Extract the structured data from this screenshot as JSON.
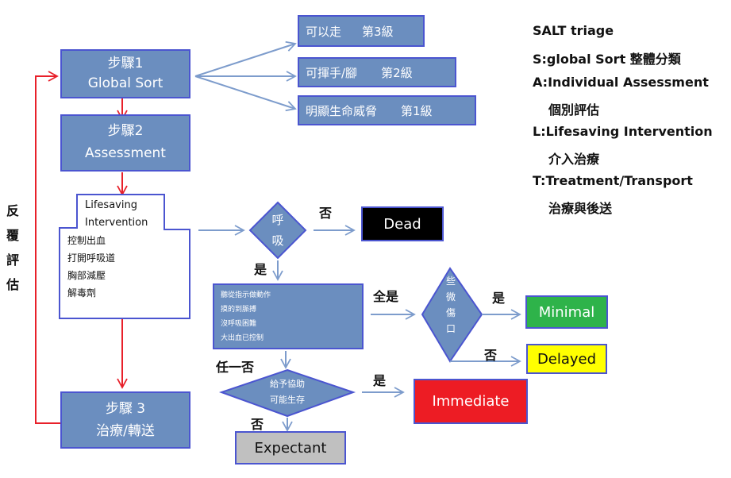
{
  "steps": {
    "step1": {
      "line1": "步驟1",
      "line2": "Global Sort"
    },
    "step2": {
      "line1": "步驟2",
      "line2": "Assessment"
    },
    "step3": {
      "line1": "步驟 3",
      "line2": "治療/轉送"
    }
  },
  "sort_levels": [
    {
      "label": "可以走",
      "level": "第3級"
    },
    {
      "label": "可揮手/腳",
      "level": "第2級"
    },
    {
      "label": "明顯生命威脅",
      "level": "第1級"
    }
  ],
  "lifesaving": {
    "title_line1": "Lifesaving",
    "title_line2": "Intervention",
    "items": [
      "控制出血",
      "打開呼吸道",
      "胸部減壓",
      "解毒劑"
    ]
  },
  "reassess_label": [
    "反",
    "覆",
    "評",
    "估"
  ],
  "breathing_decision": {
    "line1": "呼",
    "line2": "吸",
    "no_label": "否",
    "yes_label": "是"
  },
  "assessment_criteria": [
    "聽從指示做動作",
    "摸的到脈搏",
    "沒呼吸困難",
    "大出血已控制"
  ],
  "all_yes_label": "全是",
  "any_no_label": "任一否",
  "minor_injury_decision": {
    "chars": [
      "些",
      "微",
      "傷",
      "口"
    ],
    "yes_label": "是",
    "no_label": "否"
  },
  "survival_decision": {
    "line1": "給予協助",
    "line2": "可能生存",
    "yes_label": "是",
    "no_label": "否"
  },
  "outcomes": {
    "dead": {
      "label": "Dead",
      "color": "#000000"
    },
    "minimal": {
      "label": "Minimal",
      "color": "#2eb34a"
    },
    "delayed": {
      "label": "Delayed",
      "color": "#ffff00"
    },
    "immediate": {
      "label": "Immediate",
      "color": "#ed1c24"
    },
    "expectant": {
      "label": "Expectant",
      "color": "#c0c0c0"
    }
  },
  "legend": {
    "title": "SALT triage",
    "lines": [
      "S:global Sort 整體分類",
      "A:Individual Assessment",
      "個別評估",
      "L:Lifesaving Intervention",
      "介入治療",
      "T:Treatment/Transport",
      "治療與後送"
    ]
  },
  "colors": {
    "box_fill": "#6b8ebf",
    "box_border": "#4b55d0",
    "red_arrow": "#e8202a",
    "blue_arrow": "#7d9ccc"
  }
}
